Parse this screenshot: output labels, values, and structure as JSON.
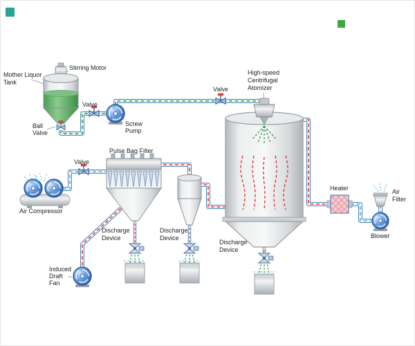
{
  "labels": {
    "tank": [
      "Mother Liquor",
      "Tank"
    ],
    "stirring_motor": "Stirring Motor",
    "ball_valve": [
      "Ball",
      "Valve"
    ],
    "valve_1": "Valve",
    "screw_pump": [
      "Screw",
      "Pump"
    ],
    "valve_2": "Valve",
    "atomizer": [
      "High-speed",
      "Centrifugal",
      "Atomizer"
    ],
    "pulse_bag_filter": "Pulse Bag Filter",
    "valve_3": "Valve",
    "air_compressor": "Air Compressor",
    "discharge_1": [
      "Discharge",
      "Device"
    ],
    "discharge_2": [
      "Discharge",
      "Device"
    ],
    "discharge_3": [
      "Discharge",
      "Device"
    ],
    "induced_draft_fan": [
      "Induced",
      "Draft",
      "Fan"
    ],
    "heater": "Heater",
    "air_filter": [
      "Air",
      "Filter"
    ],
    "blower": "Blower"
  },
  "colors": {
    "pipe_outline": "#4a86b8",
    "liquid_flow": "#2e9e3e",
    "hot_flow": "#e23535",
    "cool_flow": "#5aaae0",
    "intake_spray": "#7cc4ee",
    "equipment_blue": "#1d4e96",
    "heater_pink": "#f6cdd5",
    "label_text": "#222222",
    "watermark_teal": "#2ba394",
    "watermark_green": "#3aa83a"
  }
}
